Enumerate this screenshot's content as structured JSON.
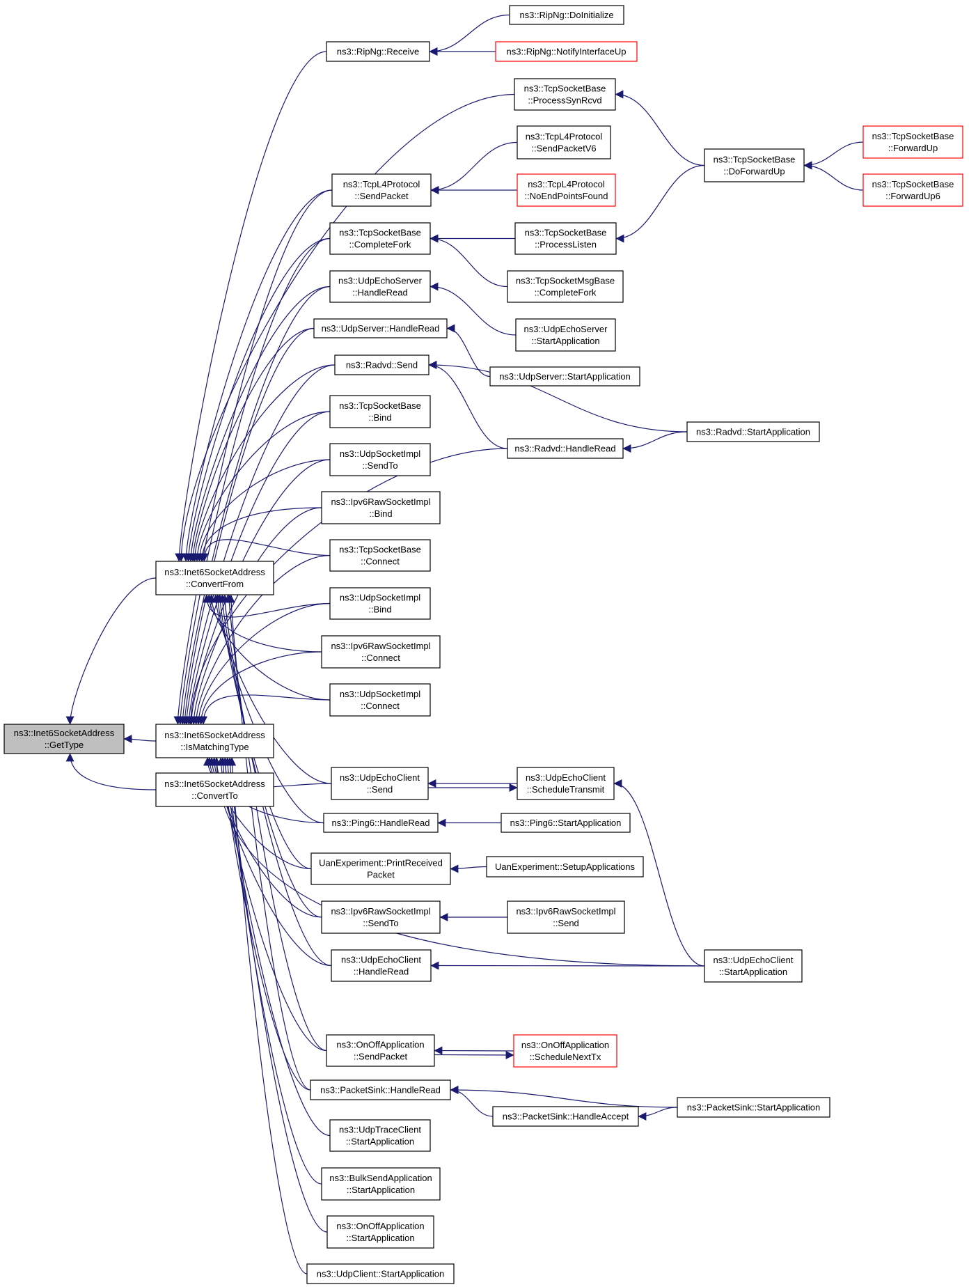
{
  "colors": {
    "edge": "#191970",
    "node_border": "#000000",
    "truncated_border": "#ff0000",
    "focus_fill": "#bfbfbf"
  },
  "nodes": [
    {
      "id": "gettype",
      "lines": [
        "ns3::Inet6SocketAddress",
        "::GetType"
      ],
      "style": "focus"
    },
    {
      "id": "convertfrom",
      "lines": [
        "ns3::Inet6SocketAddress",
        "::ConvertFrom"
      ],
      "style": "normal"
    },
    {
      "id": "ismatching",
      "lines": [
        "ns3::Inet6SocketAddress",
        "::IsMatchingType"
      ],
      "style": "normal"
    },
    {
      "id": "convertto",
      "lines": [
        "ns3::Inet6SocketAddress",
        "::ConvertTo"
      ],
      "style": "normal"
    },
    {
      "id": "ripreceive",
      "lines": [
        "ns3::RipNg::Receive"
      ],
      "style": "normal"
    },
    {
      "id": "ripdoinit",
      "lines": [
        "ns3::RipNg::DoInitialize"
      ],
      "style": "normal"
    },
    {
      "id": "ripnotify",
      "lines": [
        "ns3::RipNg::NotifyInterfaceUp"
      ],
      "style": "red"
    },
    {
      "id": "procsyn",
      "lines": [
        "ns3::TcpSocketBase",
        "::ProcessSynRcvd"
      ],
      "style": "normal"
    },
    {
      "id": "doforward",
      "lines": [
        "ns3::TcpSocketBase",
        "::DoForwardUp"
      ],
      "style": "normal"
    },
    {
      "id": "forwardup",
      "lines": [
        "ns3::TcpSocketBase",
        "::ForwardUp"
      ],
      "style": "red"
    },
    {
      "id": "forwardup6",
      "lines": [
        "ns3::TcpSocketBase",
        "::ForwardUp6"
      ],
      "style": "red"
    },
    {
      "id": "sendpv6",
      "lines": [
        "ns3::TcpL4Protocol",
        "::SendPacketV6"
      ],
      "style": "normal"
    },
    {
      "id": "tcpsend",
      "lines": [
        "ns3::TcpL4Protocol",
        "::SendPacket"
      ],
      "style": "normal"
    },
    {
      "id": "noend",
      "lines": [
        "ns3::TcpL4Protocol",
        "::NoEndPointsFound"
      ],
      "style": "red"
    },
    {
      "id": "compfork",
      "lines": [
        "ns3::TcpSocketBase",
        "::CompleteFork"
      ],
      "style": "normal"
    },
    {
      "id": "proclisten",
      "lines": [
        "ns3::TcpSocketBase",
        "::ProcessListen"
      ],
      "style": "normal"
    },
    {
      "id": "msgfork",
      "lines": [
        "ns3::TcpSocketMsgBase",
        "::CompleteFork"
      ],
      "style": "normal"
    },
    {
      "id": "uesread",
      "lines": [
        "ns3::UdpEchoServer",
        "::HandleRead"
      ],
      "style": "normal"
    },
    {
      "id": "uesstart",
      "lines": [
        "ns3::UdpEchoServer",
        "::StartApplication"
      ],
      "style": "normal"
    },
    {
      "id": "usread",
      "lines": [
        "ns3::UdpServer::HandleRead"
      ],
      "style": "normal"
    },
    {
      "id": "usstart",
      "lines": [
        "ns3::UdpServer::StartApplication"
      ],
      "style": "normal"
    },
    {
      "id": "radsend",
      "lines": [
        "ns3::Radvd::Send"
      ],
      "style": "normal"
    },
    {
      "id": "radstart",
      "lines": [
        "ns3::Radvd::StartApplication"
      ],
      "style": "normal"
    },
    {
      "id": "radread",
      "lines": [
        "ns3::Radvd::HandleRead"
      ],
      "style": "normal"
    },
    {
      "id": "tcpbind",
      "lines": [
        "ns3::TcpSocketBase",
        "::Bind"
      ],
      "style": "normal"
    },
    {
      "id": "udpsendto",
      "lines": [
        "ns3::UdpSocketImpl",
        "::SendTo"
      ],
      "style": "normal"
    },
    {
      "id": "ipv6bind",
      "lines": [
        "ns3::Ipv6RawSocketImpl",
        "::Bind"
      ],
      "style": "normal"
    },
    {
      "id": "tcpconnect",
      "lines": [
        "ns3::TcpSocketBase",
        "::Connect"
      ],
      "style": "normal"
    },
    {
      "id": "udpbind",
      "lines": [
        "ns3::UdpSocketImpl",
        "::Bind"
      ],
      "style": "normal"
    },
    {
      "id": "ipv6connect",
      "lines": [
        "ns3::Ipv6RawSocketImpl",
        "::Connect"
      ],
      "style": "normal"
    },
    {
      "id": "udpconnect",
      "lines": [
        "ns3::UdpSocketImpl",
        "::Connect"
      ],
      "style": "normal"
    },
    {
      "id": "uecsend",
      "lines": [
        "ns3::UdpEchoClient",
        "::Send"
      ],
      "style": "normal"
    },
    {
      "id": "uecsched",
      "lines": [
        "ns3::UdpEchoClient",
        "::ScheduleTransmit"
      ],
      "style": "normal"
    },
    {
      "id": "pingread",
      "lines": [
        "ns3::Ping6::HandleRead"
      ],
      "style": "normal"
    },
    {
      "id": "pingstart",
      "lines": [
        "ns3::Ping6::StartApplication"
      ],
      "style": "normal"
    },
    {
      "id": "uanprint",
      "lines": [
        "UanExperiment::PrintReceived",
        "Packet"
      ],
      "style": "normal"
    },
    {
      "id": "uansetup",
      "lines": [
        "UanExperiment::SetupApplications"
      ],
      "style": "normal"
    },
    {
      "id": "ipv6sendto",
      "lines": [
        "ns3::Ipv6RawSocketImpl",
        "::SendTo"
      ],
      "style": "normal"
    },
    {
      "id": "ipv6send",
      "lines": [
        "ns3::Ipv6RawSocketImpl",
        "::Send"
      ],
      "style": "normal"
    },
    {
      "id": "uecread",
      "lines": [
        "ns3::UdpEchoClient",
        "::HandleRead"
      ],
      "style": "normal"
    },
    {
      "id": "uecstart",
      "lines": [
        "ns3::UdpEchoClient",
        "::StartApplication"
      ],
      "style": "normal"
    },
    {
      "id": "onoffsend",
      "lines": [
        "ns3::OnOffApplication",
        "::SendPacket"
      ],
      "style": "normal"
    },
    {
      "id": "onoffsched",
      "lines": [
        "ns3::OnOffApplication",
        "::ScheduleNextTx"
      ],
      "style": "red"
    },
    {
      "id": "psread",
      "lines": [
        "ns3::PacketSink::HandleRead"
      ],
      "style": "normal"
    },
    {
      "id": "psaccept",
      "lines": [
        "ns3::PacketSink::HandleAccept"
      ],
      "style": "normal"
    },
    {
      "id": "psstart",
      "lines": [
        "ns3::PacketSink::StartApplication"
      ],
      "style": "normal"
    },
    {
      "id": "utcstart",
      "lines": [
        "ns3::UdpTraceClient",
        "::StartApplication"
      ],
      "style": "normal"
    },
    {
      "id": "bulkstart",
      "lines": [
        "ns3::BulkSendApplication",
        "::StartApplication"
      ],
      "style": "normal"
    },
    {
      "id": "onoffstart",
      "lines": [
        "ns3::OnOffApplication",
        "::StartApplication"
      ],
      "style": "normal"
    },
    {
      "id": "ucstart",
      "lines": [
        "ns3::UdpClient::StartApplication"
      ],
      "style": "normal"
    }
  ]
}
